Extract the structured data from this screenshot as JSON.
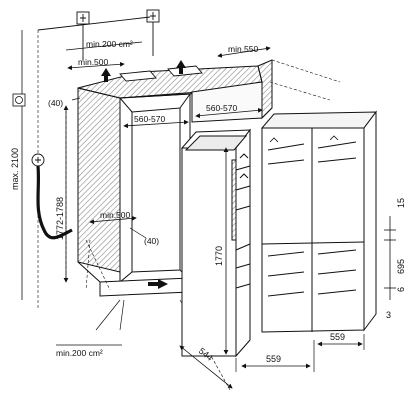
{
  "labels": {
    "top_vent": "min.200 cm²",
    "bottom_vent": "min.200 cm²",
    "depth_top": "min.550",
    "min500_top": "min.500",
    "min500_inner": "min.500",
    "offset_top": "(40)",
    "offset_inner": "(40)",
    "niche_width_left": "560-570",
    "niche_width_right": "560-570",
    "niche_height": "1772-1788",
    "max_height": "max. 2100",
    "unit_height": "1770",
    "unit_depth": "544",
    "unit_width_left": "559",
    "unit_width_right": "559",
    "dim_15": "15",
    "dim_695": "695",
    "dim_6": "6",
    "dim_3": "3"
  },
  "icons": [
    "wall-socket-icon",
    "plug-icon",
    "air-flow-arrow-icon",
    "ground-symbol-icon"
  ],
  "colors": {
    "line": "#111111",
    "hatch": "#9a9a9a",
    "bg": "#ffffff"
  }
}
